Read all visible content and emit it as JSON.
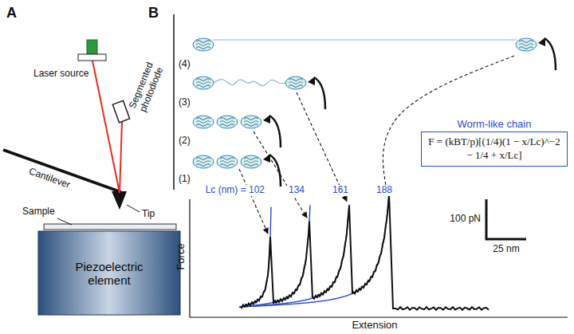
{
  "diagram": {
    "nodes": [
      {
        "text": [
          "Piezoelectric element"
        ]
      },
      {
        "text": [
          "Worm-like chain",
          "F = (kBT/p)[(1/4)(1 − x/Lc)^−2 − 1/4 + x/Lc]"
        ]
      }
    ],
    "labels": [
      "A",
      "B",
      "Laser source",
      "Segmented photodiode",
      "Cantilever",
      "Tip",
      "Sample",
      "(4)",
      "(3)",
      "(2)",
      "(1)",
      "Lc (nm) = 102",
      "134",
      "161",
      "188",
      "100 pN",
      "25 nm",
      "Force",
      "Extension"
    ]
  }
}
